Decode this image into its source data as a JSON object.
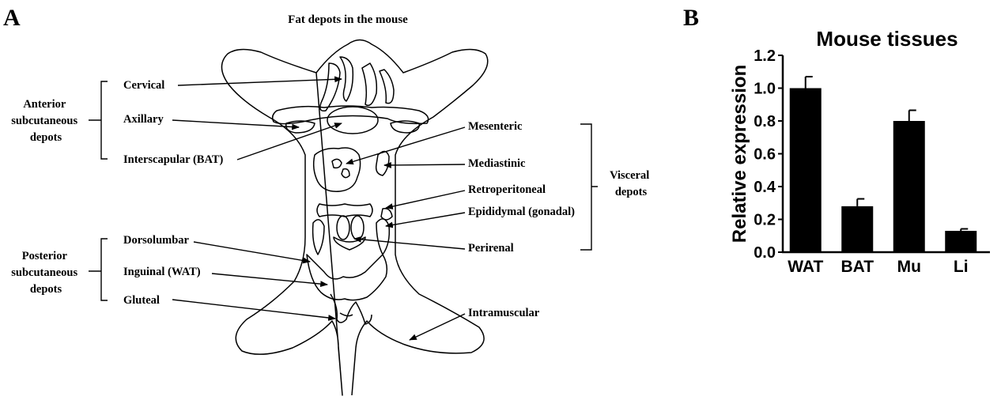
{
  "panel_a": {
    "letter": "A",
    "title": "Fat depots in the mouse",
    "groups": {
      "anterior": [
        "Anterior",
        "subcutaneous",
        "depots"
      ],
      "posterior": [
        "Posterior",
        "subcutaneous",
        "depots"
      ],
      "visceral": [
        "Visceral",
        "depots"
      ]
    },
    "labels": {
      "cervical": "Cervical",
      "axillary": "Axillary",
      "interscapular": "Interscapular (BAT)",
      "dorsolumbar": "Dorsolumbar",
      "inguinal": "Inguinal (WAT)",
      "gluteal": "Gluteal",
      "mesenteric": "Mesenteric",
      "mediastinic": "Mediastinic",
      "retroperitoneal": "Retroperitoneal",
      "epididymal": "Epididymal (gonadal)",
      "perirenal": "Perirenal",
      "intramuscular": "Intramuscular"
    }
  },
  "panel_b": {
    "letter": "B"
  },
  "chart_data": {
    "type": "bar",
    "title": "Mouse tissues",
    "xlabel": "",
    "ylabel": "Relative expression",
    "categories": [
      "WAT",
      "BAT",
      "Mu",
      "Li"
    ],
    "values": [
      1.0,
      0.28,
      0.8,
      0.13
    ],
    "errors": [
      0.07,
      0.045,
      0.065,
      0.012
    ],
    "ylim": [
      0,
      1.2
    ],
    "yticks": [
      "0.0",
      "0.2",
      "0.4",
      "0.6",
      "0.8",
      "1.0",
      "1.2"
    ],
    "bar_color": "#000000",
    "grid": false,
    "legend": "none"
  }
}
